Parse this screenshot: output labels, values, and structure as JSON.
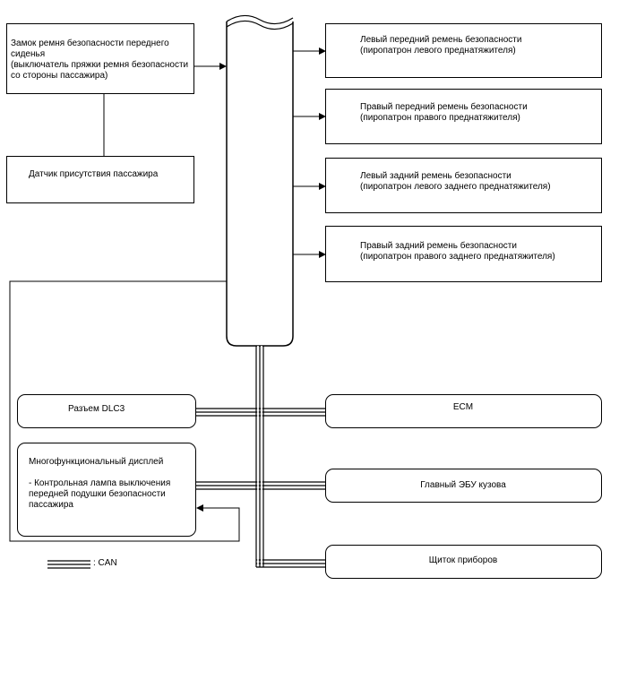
{
  "boxes": {
    "seatbelt_buckle": "Замок ремня безопасности переднего сиденья\n(выключатель пряжки ремня безопасности со стороны пассажира)",
    "occupant_sensor": "Датчик присутствия пассажира",
    "left_front": "Левый передний ремень безопасности\n(пиропатрон левого преднатяжителя)",
    "right_front": "Правый передний ремень безопасности\n(пиропатрон правого преднатяжителя)",
    "left_rear": "Левый задний ремень безопасности\n(пиропатрон левого заднего преднатяжителя)",
    "right_rear": "Правый задний ремень безопасности\n(пиропатрон правого заднего преднатяжителя)",
    "dlc3": "Разъем DLC3",
    "ecm": "ECM",
    "multi_display": "Многофункциональный дисплей\n\n- Контрольная лампа выключения передней подушки безопасности пассажира",
    "main_body_ecu": "Главный ЭБУ кузова",
    "instrument_panel": "Щиток приборов"
  },
  "legend": {
    "can_label": ": CAN"
  }
}
